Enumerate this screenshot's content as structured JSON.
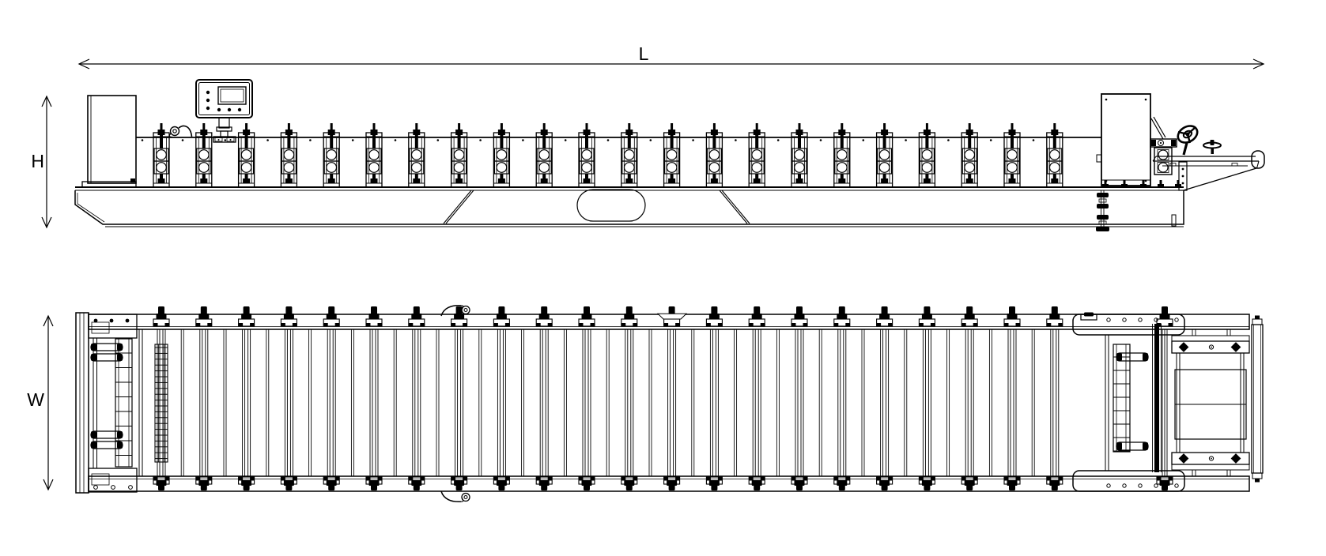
{
  "drawing": {
    "type": "engineering-2-view-technical-drawing",
    "subject": "roll-forming-machine",
    "background_color": "#ffffff",
    "line_color": "#000000",
    "labels": {
      "length": "L",
      "height": "H",
      "width": "W"
    },
    "side_view": {
      "name": "side-elevation-view",
      "roller_station_count": 22,
      "bearings_per_station": 2,
      "features": [
        "control-panel",
        "left-cabinet",
        "cutter-housing",
        "outfeed-tray",
        "handwheel",
        "base-frame-opening"
      ]
    },
    "plan_view": {
      "name": "top-plan-view",
      "roller_station_count": 22,
      "features": [
        "entry-guide-assembly",
        "threaded-lead-shaft",
        "cutter-assembly",
        "outfeed-table",
        "exit-roller",
        "lifting-hooks"
      ]
    }
  }
}
